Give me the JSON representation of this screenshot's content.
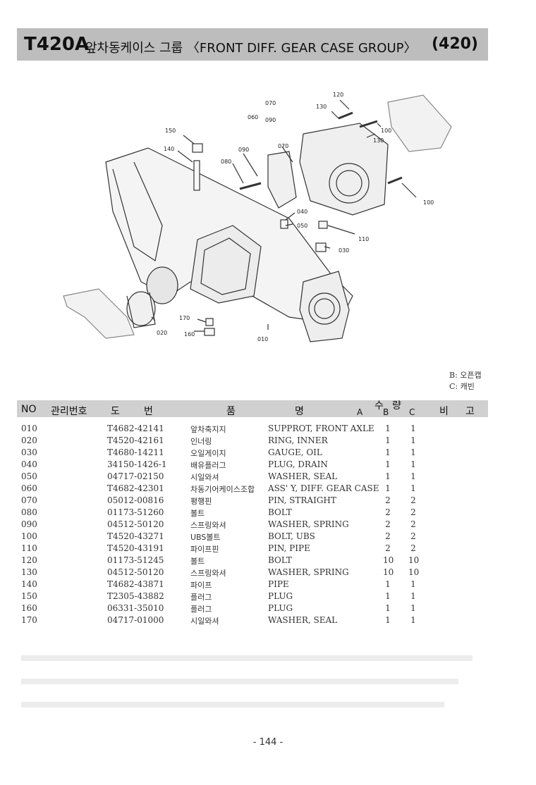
{
  "header": {
    "code": "T420A",
    "title": "앞차동케이스 그룹 〈FRONT DIFF. GEAR CASE GROUP〉",
    "number": "(420)"
  },
  "diagram": {
    "callouts": {
      "c120": "120",
      "c130a": "130",
      "c100a": "100",
      "c130b": "130",
      "c100b": "100",
      "c070a": "070",
      "c090a": "090",
      "c060": "060",
      "c150": "150",
      "c140": "140",
      "c090b": "090",
      "c070b": "070",
      "c080": "080",
      "c040": "040",
      "c050": "050",
      "c110": "110",
      "c030": "030",
      "c020": "020",
      "c170": "170",
      "c160": "160",
      "c010": "010"
    }
  },
  "legend": {
    "b": "B: 오픈캡",
    "c": "C: 캐빈"
  },
  "table": {
    "headers": {
      "no": "NO",
      "mgmt": "관리번호",
      "do": "도",
      "beon": "번",
      "pum": "품",
      "myeong": "명",
      "su": "수",
      "ryang": "량",
      "a": "A",
      "b": "B",
      "c": "C",
      "bi": "비",
      "go": "고"
    },
    "rows": [
      {
        "no": "010",
        "part": "T4682-42141",
        "kr": "앞차축지지",
        "en": "SUPPROT, FRONT AXLE",
        "b": "1",
        "c": "1"
      },
      {
        "no": "020",
        "part": "T4520-42161",
        "kr": "인너링",
        "en": "RING, INNER",
        "b": "1",
        "c": "1"
      },
      {
        "no": "030",
        "part": "T4680-14211",
        "kr": "오일게이지",
        "en": "GAUGE, OIL",
        "b": "1",
        "c": "1"
      },
      {
        "no": "040",
        "part": "34150-1426-1",
        "kr": "배유플러그",
        "en": "PLUG, DRAIN",
        "b": "1",
        "c": "1"
      },
      {
        "no": "050",
        "part": "04717-02150",
        "kr": "시일와셔",
        "en": "WASHER, SEAL",
        "b": "1",
        "c": "1"
      },
      {
        "no": "060",
        "part": "T4682-42301",
        "kr": "차동기어케이스조합",
        "en": "ASS' Y, DIFF. GEAR CASE",
        "b": "1",
        "c": "1"
      },
      {
        "no": "070",
        "part": "05012-00816",
        "kr": "평행핀",
        "en": "PIN, STRAIGHT",
        "b": "2",
        "c": "2"
      },
      {
        "no": "080",
        "part": "01173-51260",
        "kr": "볼트",
        "en": "BOLT",
        "b": "2",
        "c": "2"
      },
      {
        "no": "090",
        "part": "04512-50120",
        "kr": "스프링와셔",
        "en": "WASHER, SPRING",
        "b": "2",
        "c": "2"
      },
      {
        "no": "100",
        "part": "T4520-43271",
        "kr": "UBS볼트",
        "en": "BOLT, UBS",
        "b": "2",
        "c": "2"
      },
      {
        "no": "110",
        "part": "T4520-43191",
        "kr": "파이프핀",
        "en": "PIN, PIPE",
        "b": "2",
        "c": "2"
      },
      {
        "no": "120",
        "part": "01173-51245",
        "kr": "볼트",
        "en": "BOLT",
        "b": "10",
        "c": "10"
      },
      {
        "no": "130",
        "part": "04512-50120",
        "kr": "스프링와셔",
        "en": "WASHER, SPRING",
        "b": "10",
        "c": "10"
      },
      {
        "no": "140",
        "part": "T4682-43871",
        "kr": "파이프",
        "en": "PIPE",
        "b": "1",
        "c": "1"
      },
      {
        "no": "150",
        "part": "T2305-43882",
        "kr": "플러그",
        "en": "PLUG",
        "b": "1",
        "c": "1"
      },
      {
        "no": "160",
        "part": "06331-35010",
        "kr": "플러그",
        "en": "PLUG",
        "b": "1",
        "c": "1"
      },
      {
        "no": "170",
        "part": "04717-01000",
        "kr": "시일와셔",
        "en": "WASHER, SEAL",
        "b": "1",
        "c": "1"
      }
    ]
  },
  "page_number": "- 144 -"
}
